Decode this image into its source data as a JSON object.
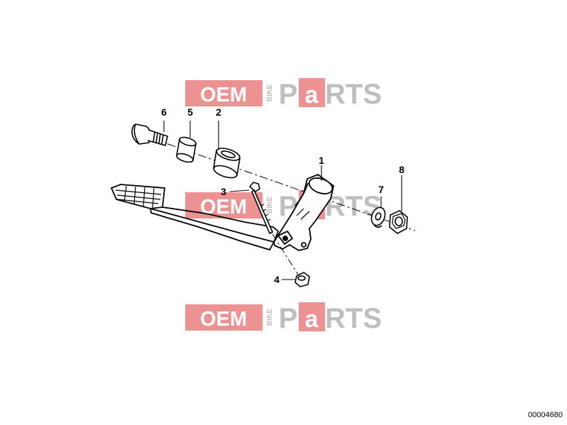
{
  "watermark": {
    "oem": "OEM",
    "bike": "BIKE",
    "p": "P",
    "a": "a",
    "rts": "RTS",
    "colors": {
      "red": "#e98080",
      "gray": "#b5b5b5"
    }
  },
  "callouts": {
    "c1": "1",
    "c2": "2",
    "c3": "3",
    "c4": "4",
    "c5": "5",
    "c6": "6",
    "c7": "7",
    "c8": "8"
  },
  "reference_number": "00004680"
}
